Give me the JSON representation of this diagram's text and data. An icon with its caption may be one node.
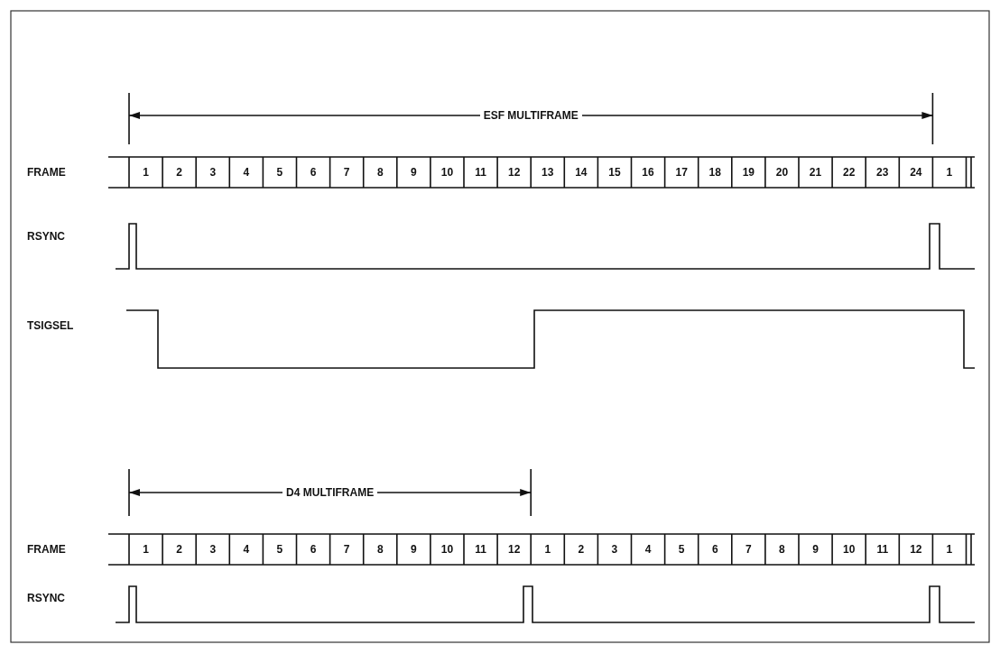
{
  "diagram": {
    "labels": [
      "ESF MULTIFRAME",
      "FRAME",
      "1",
      "2",
      "3",
      "4",
      "5",
      "6",
      "7",
      "8",
      "9",
      "10",
      "11",
      "12",
      "13",
      "14",
      "15",
      "16",
      "17",
      "18",
      "19",
      "20",
      "21",
      "22",
      "23",
      "24",
      "1",
      "RSYNC",
      "TSIGSEL",
      "D4 MULTIFRAME",
      "FRAME",
      "1",
      "2",
      "3",
      "4",
      "5",
      "6",
      "7",
      "8",
      "9",
      "10",
      "11",
      "12",
      "1",
      "2",
      "3",
      "4",
      "5",
      "6",
      "7",
      "8",
      "9",
      "10",
      "11",
      "12",
      "1",
      "RSYNC"
    ]
  }
}
